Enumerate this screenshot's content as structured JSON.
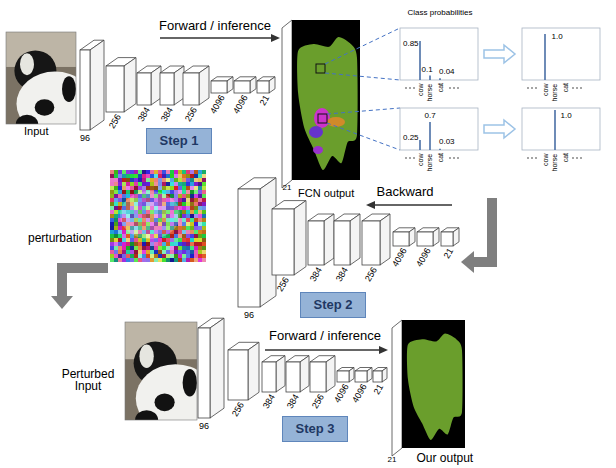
{
  "diagram": {
    "nodes": [
      {
        "text": [
          "Step 1"
        ]
      },
      {
        "text": [
          "Step 2"
        ]
      },
      {
        "text": [
          "Step 3"
        ]
      }
    ],
    "labels": [
      "Forward / inference",
      "Class probabilities",
      "0.85",
      "0.1",
      "0.04",
      "cow",
      "horse",
      "cat",
      "cow",
      "horse",
      "cat",
      "1.0",
      "0.25",
      "0.7",
      "0.03",
      "cow",
      "horse",
      "cat",
      "1.0",
      "cow",
      "horse",
      "cat",
      "96",
      "256",
      "384",
      "384",
      "256",
      "4096",
      "4096",
      "21",
      "Input",
      "21",
      "FCN output",
      "96",
      "256",
      "384",
      "384",
      "256",
      "4096",
      "4096",
      "21",
      "Backward",
      "perturbation",
      "96",
      "256",
      "384",
      "384",
      "256",
      "4096",
      "4096",
      "21",
      "Forward / inference",
      "Perturbed Input",
      "Our output",
      "21"
    ]
  }
}
